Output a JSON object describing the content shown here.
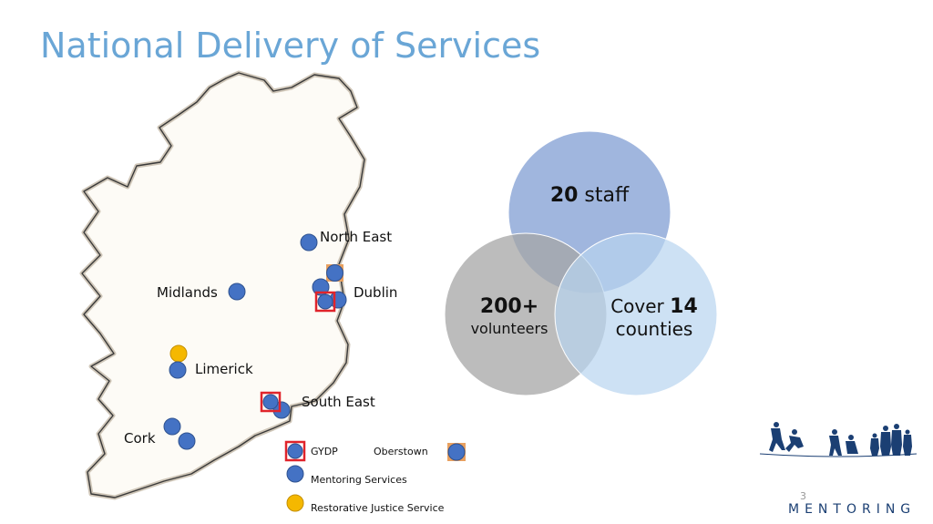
{
  "title": "National Delivery of Services",
  "regions": {
    "north_east": "North East",
    "dublin": "Dublin",
    "midlands": "Midlands",
    "limerick": "Limerick",
    "south_east": "South East",
    "cork": "Cork"
  },
  "legend": {
    "gydp": "GYDP",
    "oberstown": "Oberstown",
    "mentoring": "Mentoring  Services",
    "restorative": "Restorative Justice Service"
  },
  "venn": {
    "staff_num": "20",
    "staff_text": " staff",
    "volunteers_num": "200+",
    "volunteers_text": "volunteers",
    "counties_pre": "Cover ",
    "counties_num": "14",
    "counties_text": "counties"
  },
  "page_number": "3",
  "logo": {
    "text": "MENTORING"
  },
  "colors": {
    "title": "#6aa6d6",
    "mentoring_dot": "#4472c4",
    "restorative_dot": "#f5b800",
    "gydp_border": "#e0242b",
    "oberstown_border": "#e8a060",
    "circle_staff": "#8fa9d8",
    "circle_volunteers": "#a6a6a6",
    "circle_counties": "#b8d4ef"
  }
}
